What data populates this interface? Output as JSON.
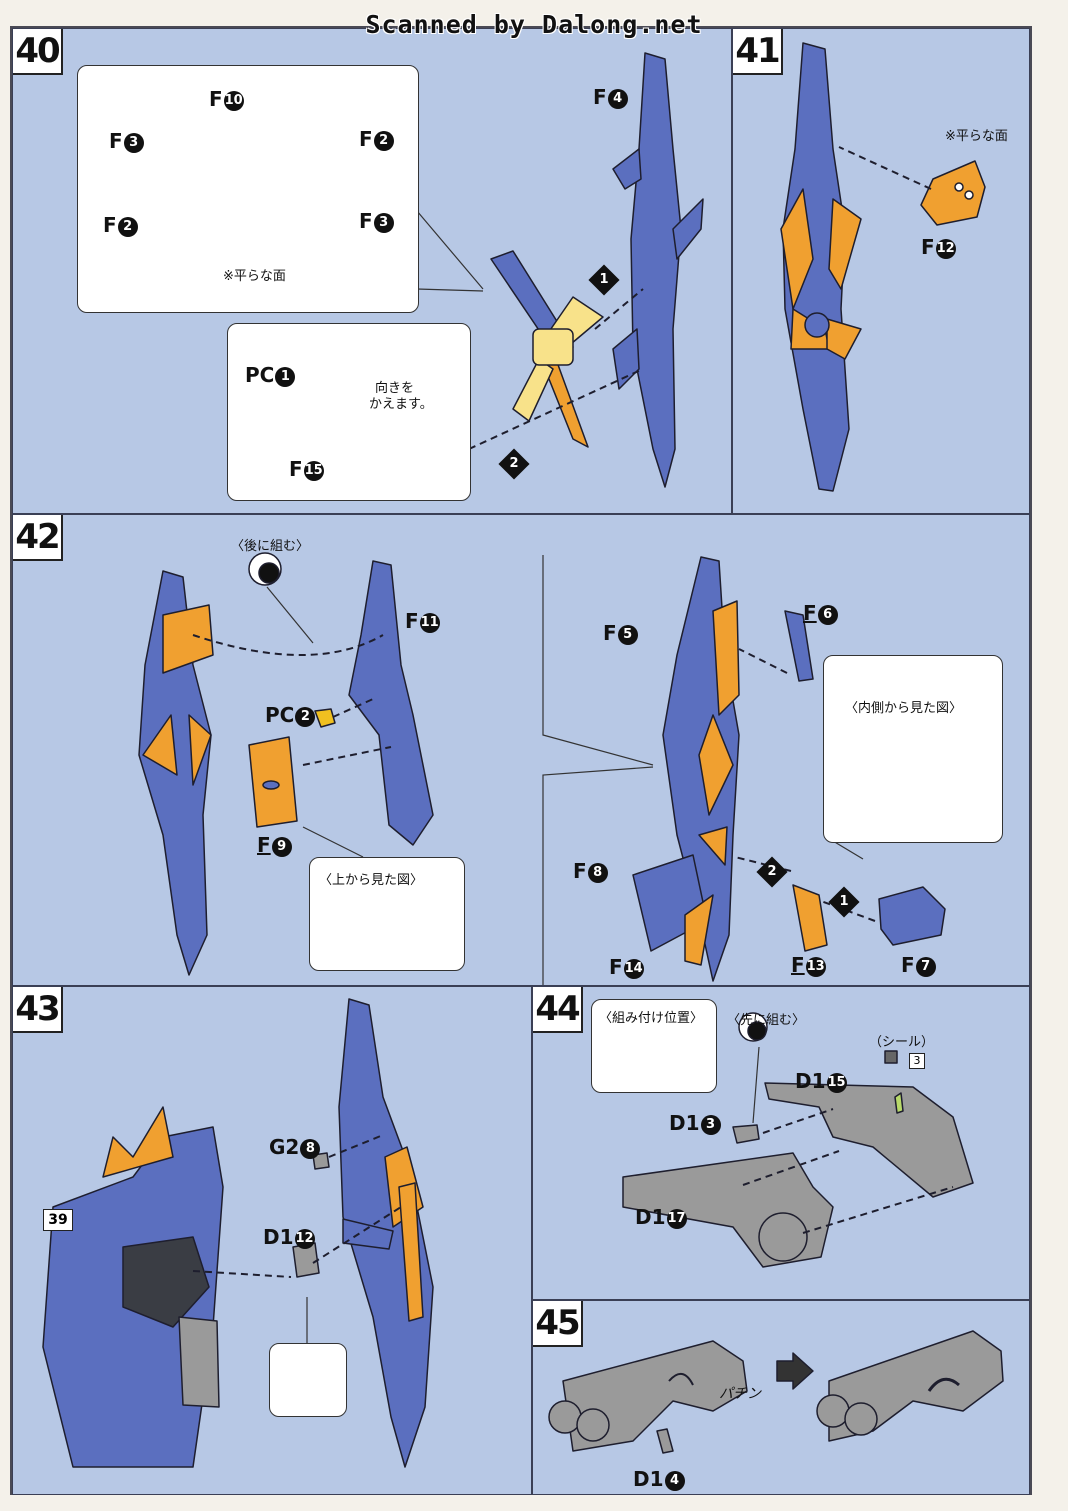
{
  "header": {
    "watermark": "Scanned by Dalong.net"
  },
  "steps": {
    "s40": {
      "number": "40",
      "labels": {
        "f10": "F",
        "f10n": "10",
        "f3a": "F",
        "f3an": "3",
        "f2a": "F",
        "f2an": "2",
        "f2b": "F",
        "f2bn": "2",
        "f3b": "F",
        "f3bn": "3",
        "f4": "F",
        "f4n": "4",
        "pc1": "PC",
        "pc1n": "1",
        "f15": "F",
        "f15n": "15"
      },
      "flat_face_note": "※平らな面",
      "rotate_note_line1": "向きを",
      "rotate_note_line2": "かえます。",
      "arrow1": "1",
      "arrow2": "2"
    },
    "s41": {
      "number": "41",
      "flat_face_note": "※平らな面",
      "labels": {
        "f12": "F",
        "f12n": "12"
      }
    },
    "s42": {
      "number": "42",
      "assemble_later": "〈後に組む〉",
      "labels": {
        "f11": "F",
        "f11n": "11",
        "pc2": "PC",
        "pc2n": "2",
        "f9": "F",
        "f9n": "9",
        "f5": "F",
        "f5n": "5",
        "f6": "F",
        "f6n": "6",
        "f8": "F",
        "f8n": "8",
        "f14": "F",
        "f14n": "14",
        "f13": "F",
        "f13n": "13",
        "f7": "F",
        "f7n": "7"
      },
      "top_view": "〈上から見た図〉",
      "inside_view": "〈内側から見た図〉",
      "arrow1": "1",
      "arrow2": "2"
    },
    "s43": {
      "number": "43",
      "labels": {
        "g28": "G2",
        "g28n": "8",
        "d112": "D1",
        "d112n": "12"
      },
      "ref_step": "39"
    },
    "s44": {
      "number": "44",
      "assembly_position": "〈組み付け位置〉",
      "assemble_first": "〈先に組む〉",
      "sticker": "（シール）",
      "sticker_no": "3",
      "labels": {
        "d115": "D1",
        "d115n": "15",
        "d13": "D1",
        "d13n": "3",
        "d117": "D1",
        "d117n": "17"
      }
    },
    "s45": {
      "number": "45",
      "snap_sound": "パチン",
      "labels": {
        "d14": "D1",
        "d14n": "4"
      }
    }
  },
  "colors": {
    "panel_bg": "#b7c8e5",
    "part_blue": "#5b6fbf",
    "part_orange": "#f0a030",
    "part_yellow": "#f8e28a",
    "part_gray": "#9a9a9a",
    "line": "#1e1e2e"
  }
}
